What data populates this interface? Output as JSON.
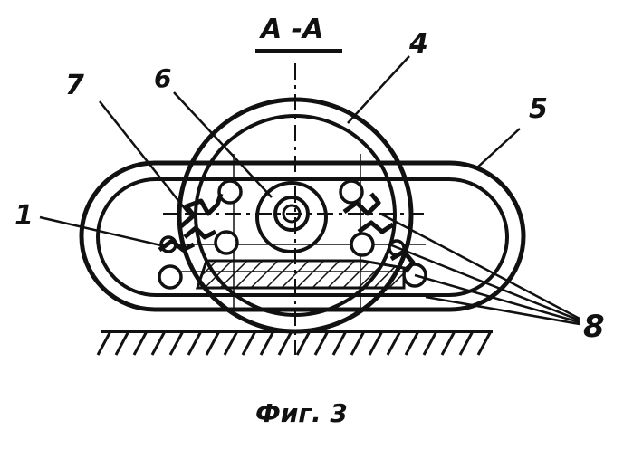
{
  "section_title": "A -A",
  "caption": "Фиг. 3",
  "labels": {
    "l1": "1",
    "l4": "4",
    "l5": "5",
    "l6": "6",
    "l7": "7",
    "l8": "8"
  },
  "colors": {
    "ink": "#111111",
    "paper": "#ffffff"
  }
}
